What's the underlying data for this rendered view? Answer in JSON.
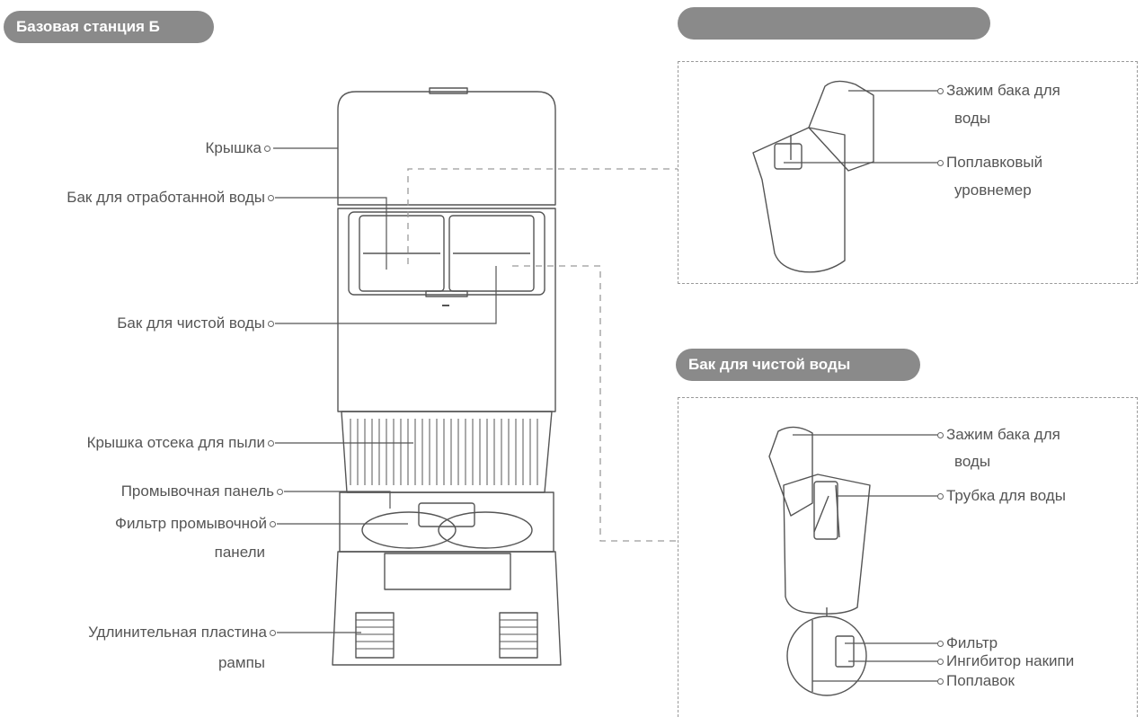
{
  "headers": {
    "main_station": "Базовая станция Б",
    "waste_tank": "",
    "clean_tank": "Бак для чистой воды"
  },
  "station_labels": {
    "lid": "Крышка",
    "waste_water_tank": "Бак для отработанной воды",
    "clean_water_tank": "Бак для чистой воды",
    "dust_cover": "Крышка отсека для пыли",
    "wash_panel": "Промывочная панель",
    "wash_filter_line1": "Фильтр промывочной",
    "wash_filter_line2": "панели",
    "ramp_line1": "Удлинительная пластина",
    "ramp_line2": "рампы"
  },
  "waste_tank_labels": {
    "clip_line1": "Зажим бака для",
    "clip_line2": "воды",
    "float_gauge_line1": "Поплавковый",
    "float_gauge_line2": "уровнемер"
  },
  "clean_tank_labels": {
    "clip_line1": "Зажим бака для",
    "clip_line2": "воды",
    "water_tube": "Трубка для воды",
    "filter": "Фильтр",
    "scale_inhibitor": "Ингибитор накипи",
    "float": "Поплавок"
  },
  "colors": {
    "pill_bg": "#8a8a8a",
    "line": "#555555",
    "dash": "#9a9a9a"
  }
}
